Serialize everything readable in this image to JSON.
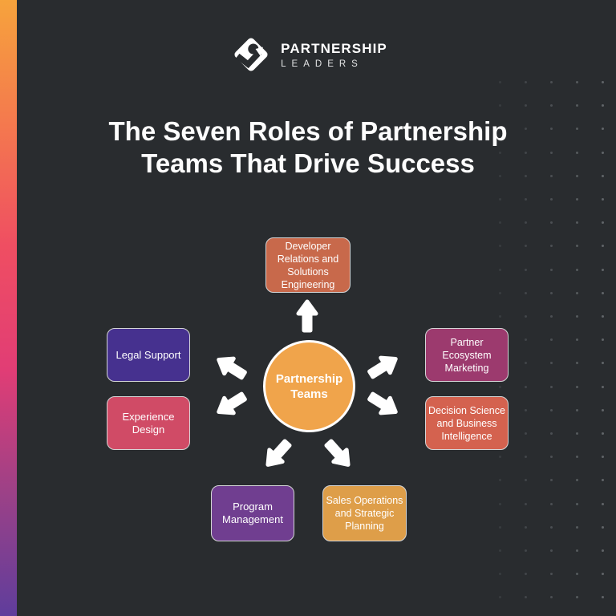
{
  "brand": {
    "word1": "PARTNERSHIP",
    "word2": "LEADERS",
    "icon": "diamond-arrow-logo"
  },
  "title": {
    "line1": "The Seven Roles of Partnership",
    "line2": "Teams That Drive Success"
  },
  "diagram": {
    "center": {
      "label": "Partnership Teams",
      "color": "#F0A44B"
    },
    "nodes": [
      {
        "id": "developer-relations",
        "position": "top",
        "label": "Developer Relations and Solutions Engineering",
        "color": "#C8694B"
      },
      {
        "id": "legal-support",
        "position": "left-upper",
        "label": "Legal Support",
        "color": "#46318F"
      },
      {
        "id": "experience-design",
        "position": "left-lower",
        "label": "Experience Design",
        "color": "#D04B66"
      },
      {
        "id": "partner-marketing",
        "position": "right-upper",
        "label": "Partner Ecosystem Marketing",
        "color": "#9C3A6E"
      },
      {
        "id": "decision-science",
        "position": "right-lower",
        "label": "Decision Science and Business Intelligence",
        "color": "#D4624F"
      },
      {
        "id": "program-management",
        "position": "bottom-left",
        "label": "Program Management",
        "color": "#703E90"
      },
      {
        "id": "sales-operations",
        "position": "bottom-right",
        "label": "Sales Operations and Strategic Planning",
        "color": "#DE9E49"
      }
    ],
    "arrow_count": 7
  },
  "accents": {
    "background": "#292C2F",
    "arrow_color": "#FFFFFF",
    "circle_border": "#FFFFFF",
    "node_border": "#D4D5D6",
    "text_color": "#FFFFFF",
    "stripe_gradient": [
      "#F6A33C",
      "#F4794E",
      "#EF4E62",
      "#E13D75",
      "#9C4187",
      "#5F3D9C"
    ],
    "dot_colors": [
      "#383C3F",
      "#414549",
      "#4B4F53",
      "#555A5D",
      "#606468"
    ]
  }
}
